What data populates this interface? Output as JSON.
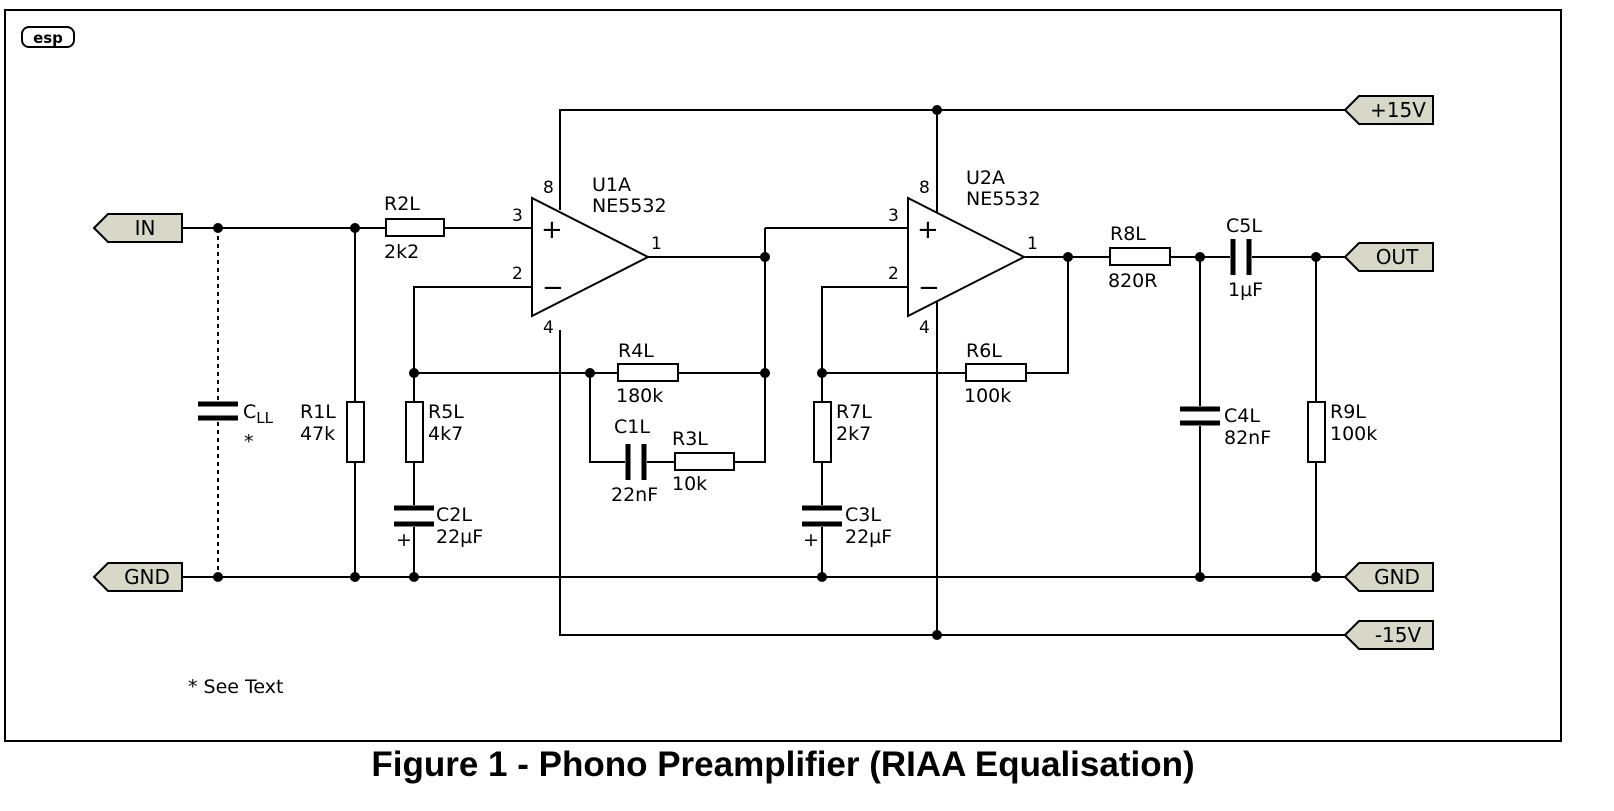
{
  "logo": "esp",
  "caption": "Figure 1 - Phono Preamplifier (RIAA Equalisation)",
  "note": "* See Text",
  "ports": {
    "in": "IN",
    "gnd_left": "GND",
    "gnd_right": "GND",
    "out": "OUT",
    "vpos": "+15V",
    "vneg": "-15V"
  },
  "opamps": {
    "u1a": {
      "ref": "U1A",
      "part": "NE5532",
      "pin_noninv": "3",
      "pin_inv": "2",
      "pin_out": "1",
      "pin_vpos": "8",
      "pin_vneg": "4"
    },
    "u2a": {
      "ref": "U2A",
      "part": "NE5532",
      "pin_noninv": "3",
      "pin_inv": "2",
      "pin_out": "1",
      "pin_vpos": "8",
      "pin_vneg": "4"
    }
  },
  "components": {
    "cll": {
      "ref": "C",
      "sub": "LL",
      "mark": "*"
    },
    "r1l": {
      "ref": "R1L",
      "value": "47k"
    },
    "r2l": {
      "ref": "R2L",
      "value": "2k2"
    },
    "r3l": {
      "ref": "R3L",
      "value": "10k"
    },
    "r4l": {
      "ref": "R4L",
      "value": "180k"
    },
    "r5l": {
      "ref": "R5L",
      "value": "4k7"
    },
    "r6l": {
      "ref": "R6L",
      "value": "100k"
    },
    "r7l": {
      "ref": "R7L",
      "value": "2k7"
    },
    "r8l": {
      "ref": "R8L",
      "value": "820R"
    },
    "r9l": {
      "ref": "R9L",
      "value": "100k"
    },
    "c1l": {
      "ref": "C1L",
      "value": "22nF"
    },
    "c2l": {
      "ref": "C2L",
      "value": "22µF"
    },
    "c3l": {
      "ref": "C3L",
      "value": "22µF"
    },
    "c4l": {
      "ref": "C4L",
      "value": "82nF"
    },
    "c5l": {
      "ref": "C5L",
      "value": "1µF"
    }
  },
  "symbols": {
    "plus": "+",
    "minus": "−",
    "cap_plus": "+"
  }
}
